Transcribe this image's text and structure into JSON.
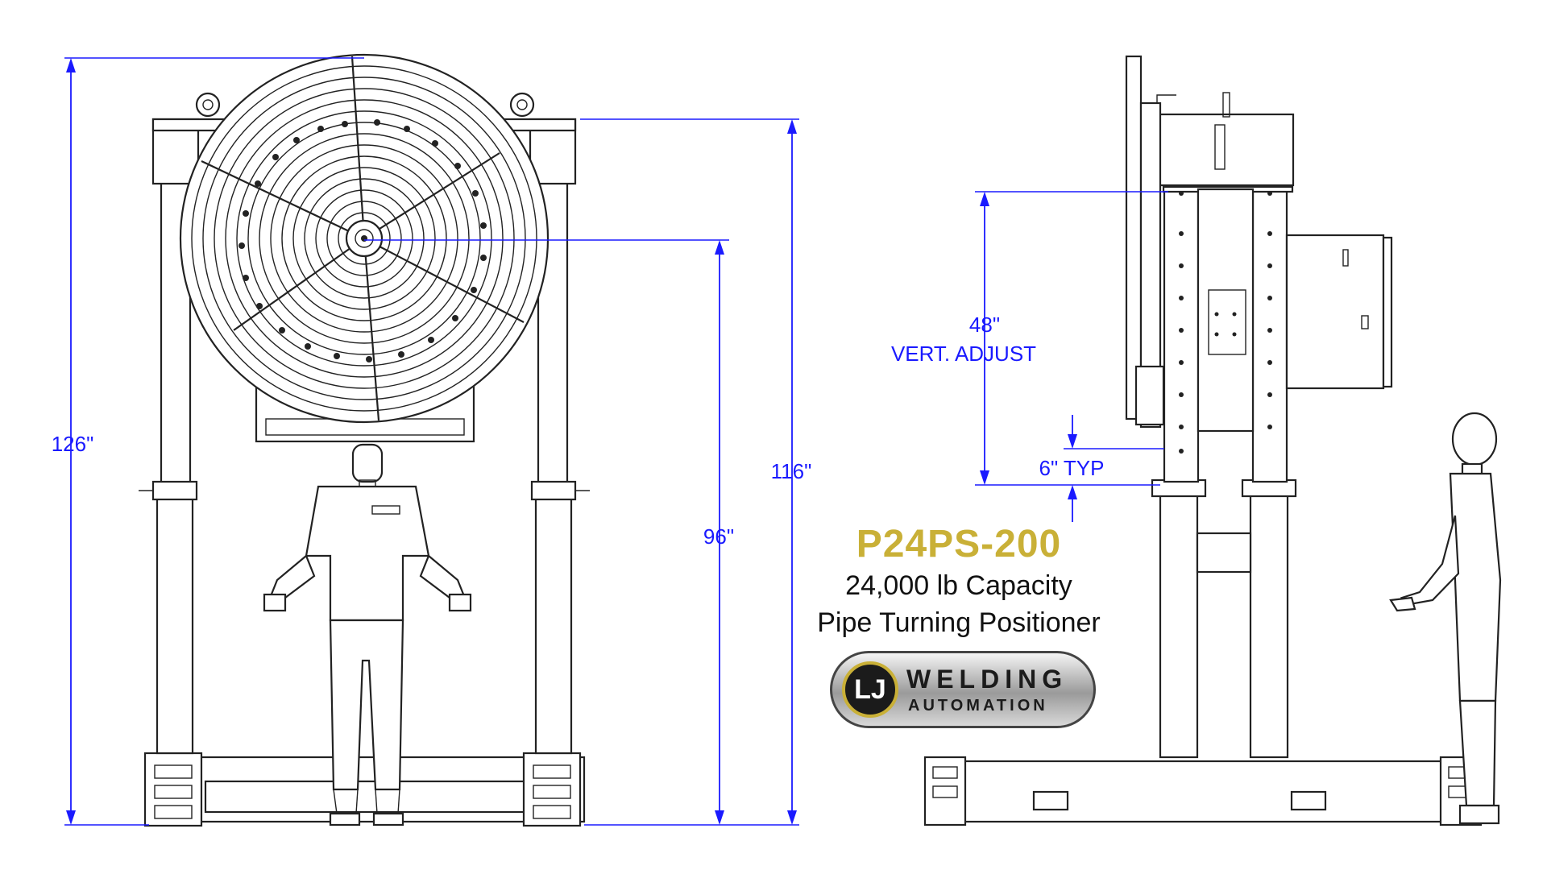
{
  "dimensions": {
    "overall_height": "126\"",
    "top_height": "116\"",
    "center_height": "96\"",
    "vert_adjust_value": "48\"",
    "vert_adjust_label": "VERT. ADJUST",
    "typical_spacing": "6\" TYP"
  },
  "product": {
    "model": "P24PS-200",
    "capacity": "24,000 lb Capacity",
    "description": "Pipe Turning Positioner"
  },
  "logo": {
    "badge": "LJ",
    "line1": "WELDING",
    "line2": "AUTOMATION"
  },
  "colors": {
    "dimension": "#1a1aff",
    "model": "#c9b037",
    "outline": "#222222"
  }
}
